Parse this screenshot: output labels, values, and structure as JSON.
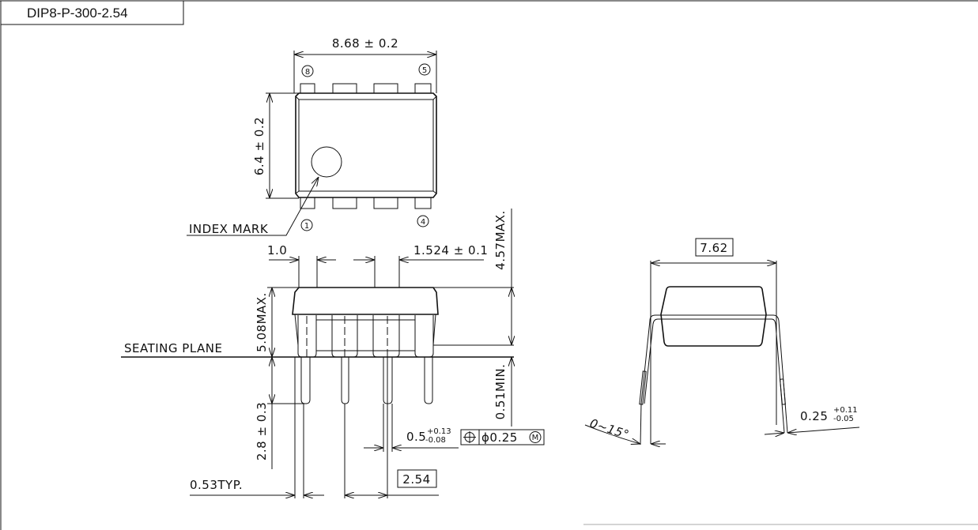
{
  "package_name": "DIP8-P-300-2.54",
  "top_view": {
    "width_dim": "8.68 ± 0.2",
    "height_dim": "6.4 ± 0.2",
    "index_mark_label": "INDEX MARK",
    "pin_labels": [
      "8",
      "5",
      "1",
      "4"
    ]
  },
  "side_view": {
    "lead_width_upper": "1.0",
    "lead_shoulder": "1.524 ± 0.1",
    "height_max": "4.57MAX.",
    "body_height_max": "5.08MAX.",
    "seating_plane_label": "SEATING PLANE",
    "lead_length": "2.8 ± 0.3",
    "standoff_min": "0.51MIN.",
    "lead_width": "0.5",
    "lead_width_tol_plus": "+0.13",
    "lead_width_tol_minus": "-0.08",
    "position_tolerance": "ϕ0.25",
    "mmc_symbol": "M",
    "lead_width_typ": "0.53TYP.",
    "pitch": "2.54"
  },
  "end_view": {
    "row_spacing": "7.62",
    "angle": "0~15°",
    "lead_thickness": "0.25",
    "lead_thickness_tol_plus": "+0.11",
    "lead_thickness_tol_minus": "-0.05"
  }
}
